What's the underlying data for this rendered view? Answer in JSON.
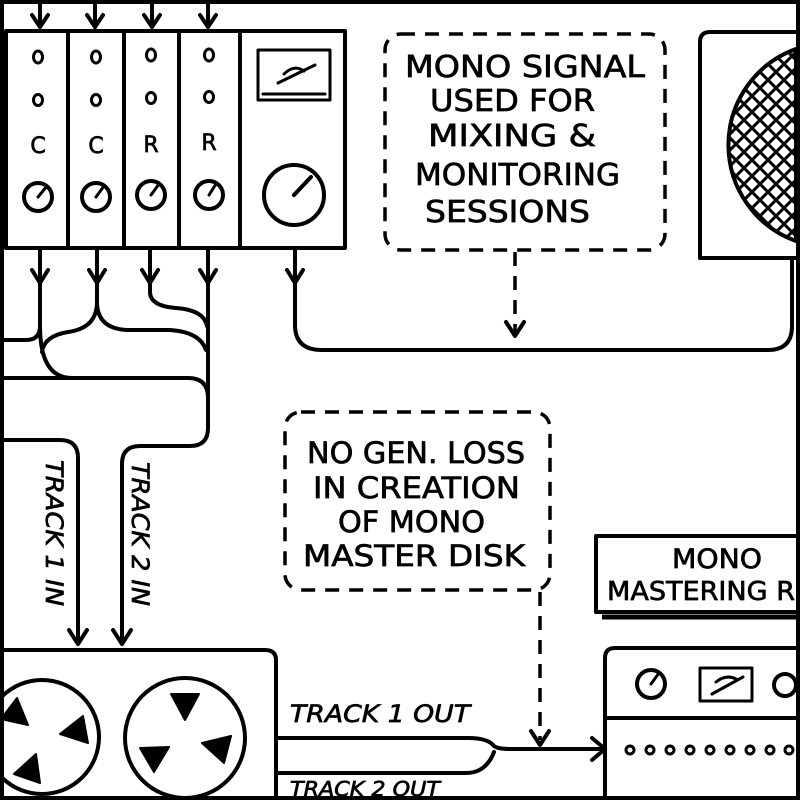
{
  "console": {
    "channel_labels": [
      "C",
      "C",
      "R",
      "R"
    ]
  },
  "notes": {
    "mono_signal": [
      "MONO SIGNAL",
      "USED FOR",
      "MIXING &",
      "MONITORING",
      "SESSIONS"
    ],
    "no_gen_loss": [
      "NO GEN. LOSS",
      "IN CREATION",
      "OF MONO",
      "MASTER DISK"
    ]
  },
  "mastering_recorder": {
    "label": [
      "MONO",
      "MASTERING R"
    ]
  },
  "tape_machine": {
    "inputs": [
      "TRACK 1 IN",
      "TRACK 2 IN"
    ],
    "outputs": [
      "TRACK 1 OUT",
      "TRACK 2 OUT"
    ]
  },
  "colors": {
    "ink": "#000000",
    "paper": "#ffffff"
  }
}
